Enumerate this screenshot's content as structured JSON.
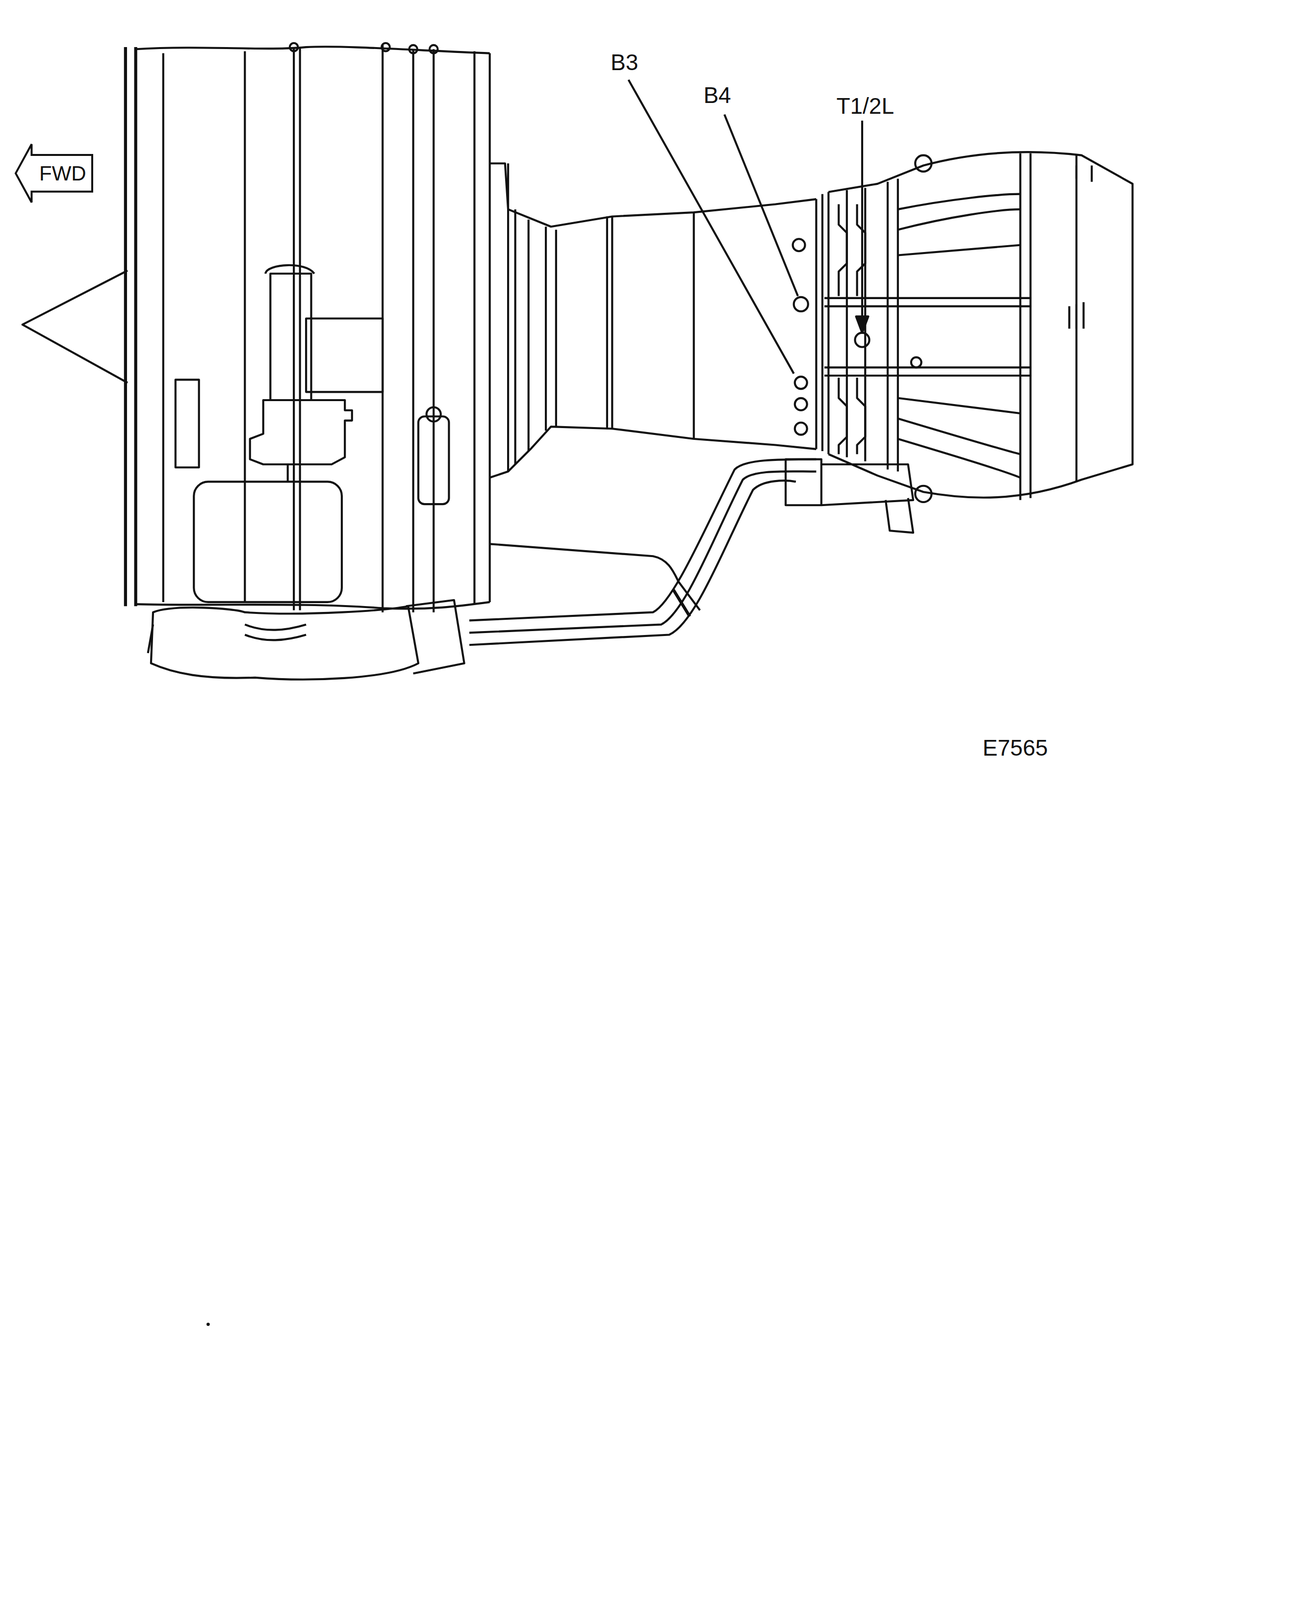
{
  "diagram": {
    "nodes": [
      {
        "text": [
          "FWD"
        ]
      }
    ],
    "labels": [
      "B3",
      "B4",
      "T1/2L",
      "E7565"
    ]
  }
}
